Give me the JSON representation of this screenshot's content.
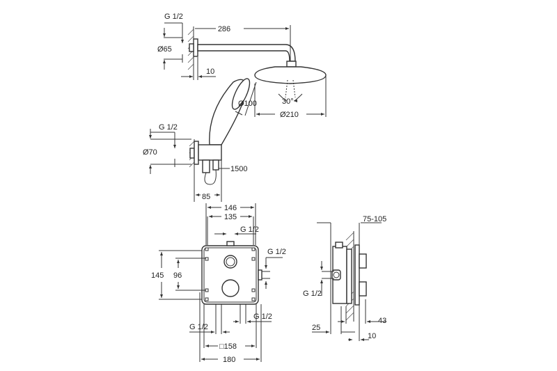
{
  "top_view": {
    "thread_arm": "G 1/2",
    "arm_length": "286",
    "flange_diameter": "Ø65",
    "flange_depth": "10",
    "handshower_diameter": "Ø100",
    "head_angle": "30°",
    "head_diameter": "Ø210",
    "thread_holder": "G 1/2",
    "holder_diameter": "Ø70",
    "hose_length": "1500",
    "holder_depth": "85"
  },
  "front_view": {
    "width_outer": "146",
    "width_inner": "135",
    "thread_top": "G 1/2",
    "thread_right": "G 1/2",
    "height": "145",
    "spacing": "96",
    "thread_bottom_left": "G 1/2",
    "thread_bottom_right": "G 1/2",
    "plate": "□158",
    "overall_width": "180"
  },
  "side_view": {
    "depth_range": "75-105",
    "thread": "G 1/2",
    "dim_25": "25",
    "dim_43": "43",
    "dim_10": "10"
  }
}
